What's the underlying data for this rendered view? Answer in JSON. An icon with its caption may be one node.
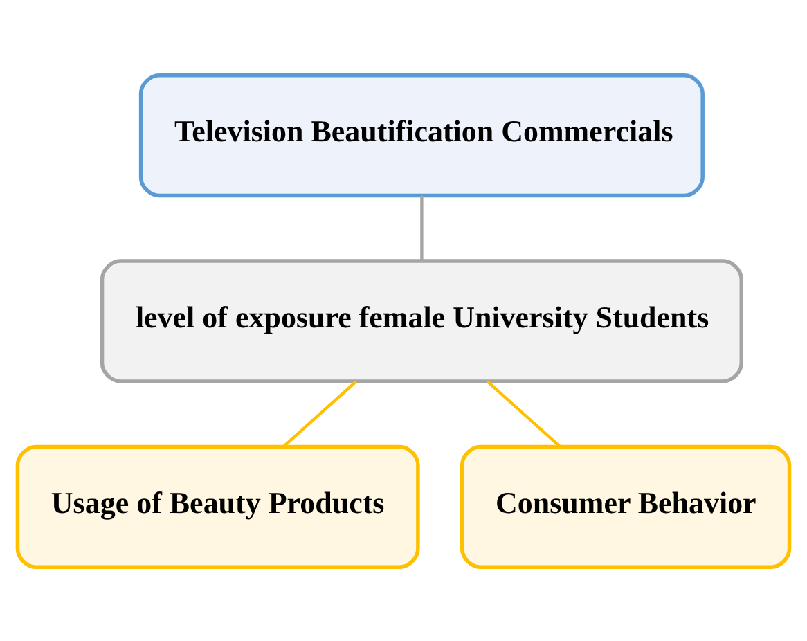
{
  "diagram": {
    "nodes": [
      {
        "text": [
          "Television Beautification Commercials"
        ]
      },
      {
        "text": [
          "level of exposure female University Students"
        ]
      },
      {
        "text": [
          "Usage of Beauty Products"
        ]
      },
      {
        "text": [
          "Consumer Behavior"
        ]
      }
    ],
    "edges": [
      {
        "from": 0,
        "to": 1,
        "arrow": "none",
        "color": "#a5a5a5"
      },
      {
        "from": 1,
        "to": 2,
        "arrow": "none"
      },
      {
        "from": 1,
        "to": 3,
        "arrow": "none"
      }
    ]
  }
}
